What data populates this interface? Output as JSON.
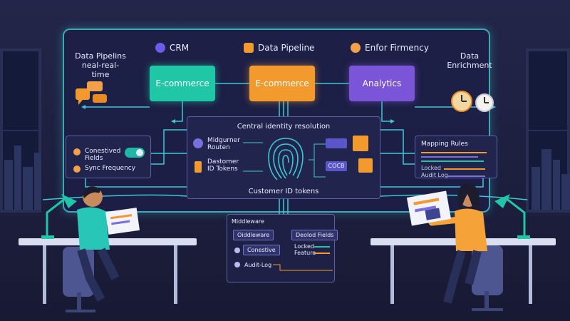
{
  "top_labels": {
    "crm": "CRM",
    "data_pipeline": "Data Pipeline",
    "enfor": "Enfor Firmency"
  },
  "left_caption": {
    "line1": "Data Pipelins",
    "line2": "neal-real-time"
  },
  "right_caption": {
    "line1": "Data",
    "line2": "Enrichment"
  },
  "nodes": {
    "ecommerce_a": "E-commerce",
    "ecommerce_b": "E-commerce",
    "analytics": "Analytics"
  },
  "core": {
    "title": "Central identity resolution",
    "router_line1": "Midgurner",
    "router_line2": "Routen",
    "tokens_line1": "Dastomer",
    "tokens_line2": "ID Tokens",
    "code_label": "COCB",
    "footer": "Customer ID tokens"
  },
  "left_panel": {
    "item1_line1": "Conestived",
    "item1_line2": "Fields",
    "item2": "Sync Frequency"
  },
  "right_panel": {
    "title": "Mapping Rules",
    "item1": "Locked",
    "item2": "Audit Log"
  },
  "middleware": {
    "title": "Middleware",
    "chip1": "Oiddleware",
    "chip2": "Deolod Fields",
    "chip3": "Conestive",
    "locked": "Locked",
    "feature": "Feature",
    "audit": "Audit-Log"
  },
  "colors": {
    "teal": "#1fc7a6",
    "orange": "#f39a2e",
    "purple": "#7b55d8",
    "accent_line": "#3ec8d2"
  },
  "icons": {
    "crm": "crm-icon",
    "pipeline": "box-icon",
    "enfor": "gear-icon",
    "chat": "chat-bubbles-icon",
    "clock": "clock-icon",
    "fingerprint": "fingerprint-icon",
    "music": "music-note-icon",
    "users": "users-icon"
  }
}
